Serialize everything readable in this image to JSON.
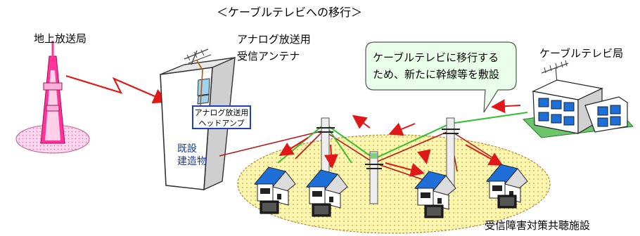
{
  "title": "＜ケーブルテレビへの移行＞",
  "tower": {
    "label": "地上放送局"
  },
  "antenna": {
    "line1": "アナログ放送用",
    "line2": "受信アンテナ"
  },
  "cable_station": {
    "label": "ケーブルテレビ局"
  },
  "callout": {
    "line1": "ケーブルテレビに移行する",
    "line2": "ため、新たに幹線等を敷設"
  },
  "head_amp": {
    "line1": "アナログ放送用",
    "line2": "ヘッドアンプ"
  },
  "building": {
    "line1": "既設",
    "line2": "建造物"
  },
  "facility": {
    "label": "受信障害対策共聴施設"
  },
  "colors": {
    "signal": "#e01818",
    "trunk": "#30c030",
    "roof": "#1f6fd8",
    "ground_area": "#fff6b0",
    "tower": "#ff3399",
    "tower_base": "#ffc8e8",
    "callout_fill": "#eaffea"
  }
}
